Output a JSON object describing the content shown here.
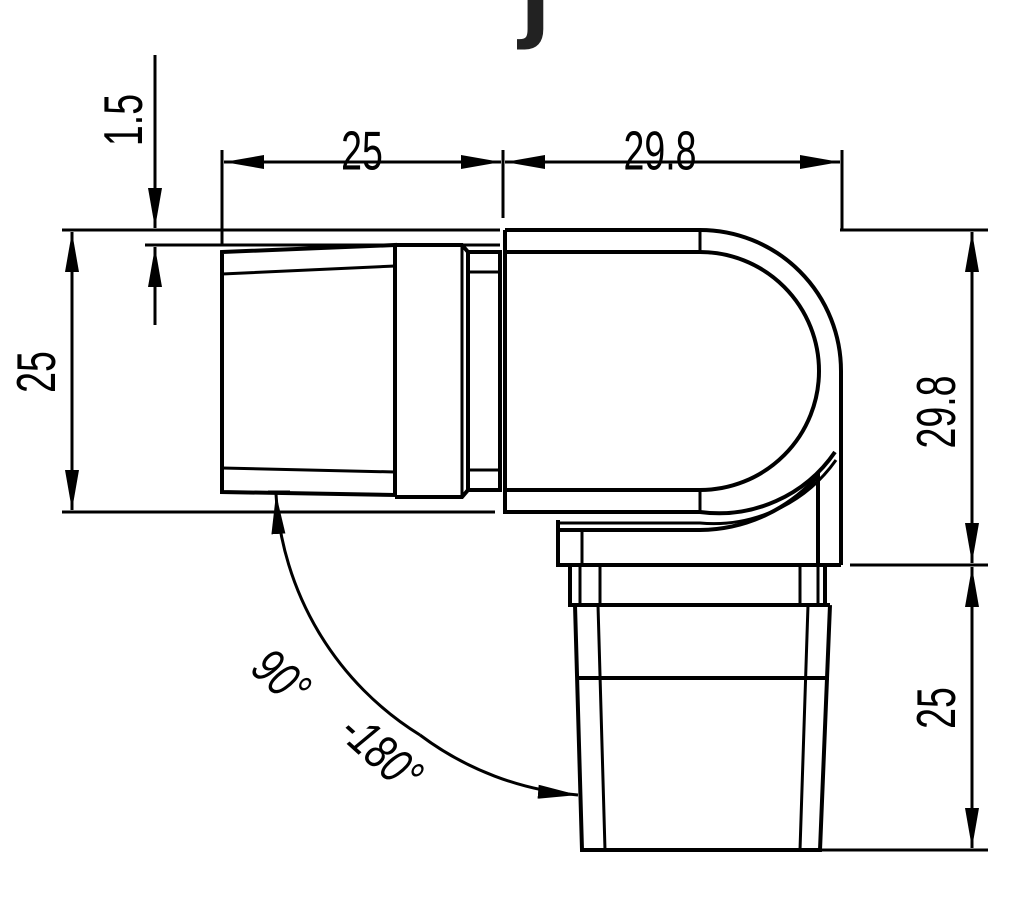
{
  "title_fragment": "j",
  "dimensions": {
    "wall_thickness": "1.5",
    "left_length": "25",
    "elbow_width": "29.8",
    "left_height": "25",
    "elbow_height": "29.8",
    "bottom_length": "25"
  },
  "angle": {
    "min": "90°",
    "max": "-180°"
  }
}
